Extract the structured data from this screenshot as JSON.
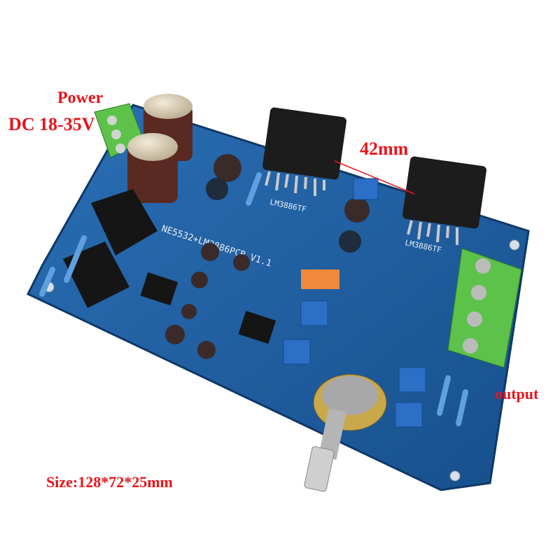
{
  "annotations": {
    "power_label": "Power",
    "voltage_label": "DC 18-35V",
    "spacing_label": "42mm",
    "output_label": "output",
    "size_label": "Size:128*72*25mm"
  },
  "board": {
    "silkscreen_title": "NE5532+LM3886PCB V1.1",
    "chip_label_1": "LM3886TF",
    "chip_label_2": "LM3886TF"
  },
  "colors": {
    "annotation": "#e8141b",
    "pcb": "#1f5fa0",
    "terminal": "#5cc24a"
  }
}
